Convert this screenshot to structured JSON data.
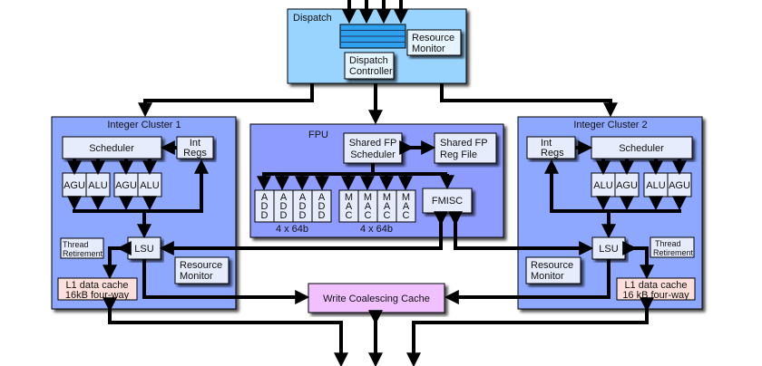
{
  "dispatch": {
    "title": "Dispatch",
    "resource_monitor": [
      "Resource",
      "Monitor"
    ],
    "controller": [
      "Dispatch",
      "Controller"
    ]
  },
  "int_cluster_1": {
    "title": "Integer Cluster 1",
    "scheduler": "Scheduler",
    "int_regs": [
      "Int",
      "Regs"
    ],
    "units": [
      "AGU",
      "ALU",
      "AGU",
      "ALU"
    ],
    "thread_retirement": [
      "Thread",
      "Retirement"
    ],
    "lsu": "LSU",
    "resource_monitor": [
      "Resource",
      "Monitor"
    ],
    "l1_cache": [
      "L1 data cache",
      "16kB four-way"
    ]
  },
  "int_cluster_2": {
    "title": "Integer Cluster 2",
    "scheduler": "Scheduler",
    "int_regs": [
      "Int",
      "Regs"
    ],
    "units": [
      "ALU",
      "AGU",
      "ALU",
      "AGU"
    ],
    "thread_retirement": [
      "Thread",
      "Retirement"
    ],
    "lsu": "LSU",
    "resource_monitor": [
      "Resource",
      "Monitor"
    ],
    "l1_cache": [
      "L1 data cache",
      "16 kB four-way"
    ]
  },
  "fpu": {
    "title": "FPU",
    "scheduler": [
      "Shared FP",
      "Scheduler"
    ],
    "reg_file": [
      "Shared FP",
      "Reg File"
    ],
    "add_units": [
      "ADD",
      "ADD",
      "ADD",
      "ADD"
    ],
    "mac_units": [
      "MAC",
      "MAC",
      "MAC",
      "MAC"
    ],
    "add_width": "4 x 64b",
    "mac_width": "4 x 64b",
    "fmisc": "FMISC"
  },
  "write_coalescing_cache": "Write Coalescing Cache",
  "colors": {
    "dispatch_bg": "#99d4ff",
    "cluster_bg": "#8fa8ff",
    "fpu_bg": "#8f9cff",
    "unit_bg": "#e6ecfb",
    "cache_bg": "#fde0dc",
    "wcc_bg": "#f0c0ff",
    "queue": "#2ea0ee"
  }
}
